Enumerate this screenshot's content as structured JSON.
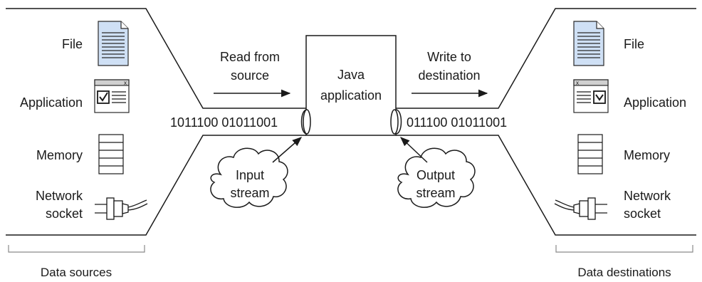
{
  "center": {
    "title_line1": "Java",
    "title_line2": "application"
  },
  "left": {
    "arrow_label_line1": "Read from",
    "arrow_label_line2": "source",
    "bits": "1011100 01011001",
    "stream_line1": "Input",
    "stream_line2": "stream",
    "items": {
      "file": "File",
      "application": "Application",
      "memory": "Memory",
      "network_line1": "Network",
      "network_line2": "socket"
    },
    "caption": "Data sources"
  },
  "right": {
    "arrow_label_line1": "Write to",
    "arrow_label_line2": "destination",
    "bits": "011100 01011001",
    "stream_line1": "Output",
    "stream_line2": "stream",
    "items": {
      "file": "File",
      "application": "Application",
      "memory": "Memory",
      "network_line1": "Network",
      "network_line2": "socket"
    },
    "caption": "Data destinations"
  },
  "colors": {
    "file_fill": "#cfe0f5",
    "file_stroke": "#2a2a2a",
    "titlebar": "#d0d0d0"
  },
  "icons": [
    "file-icon",
    "application-window-icon",
    "memory-stack-icon",
    "network-plug-icon",
    "cloud-icon",
    "arrow-icon"
  ]
}
